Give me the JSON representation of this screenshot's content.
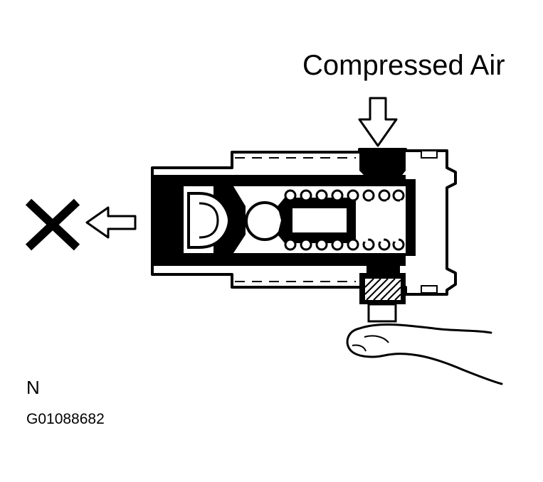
{
  "labels": {
    "air": "Compressed Air",
    "view": "N",
    "figure_id": "G01088682"
  },
  "icons": {
    "outlet_mark": "x-icon",
    "outlet_arrow": "arrow-left-icon",
    "inlet_arrow": "arrow-down-icon"
  },
  "colors": {
    "ink": "#000000",
    "paper": "#ffffff"
  }
}
